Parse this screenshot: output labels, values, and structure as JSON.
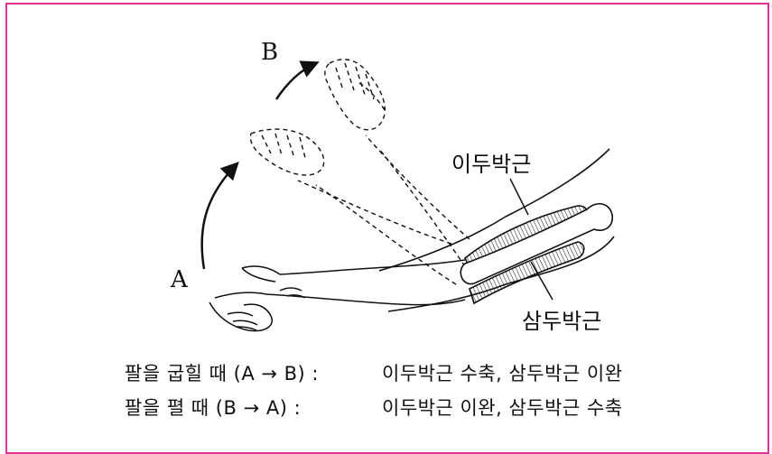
{
  "labels": {
    "point_a": "A",
    "point_b": "B",
    "biceps": "이두박근",
    "triceps": "삼두박근"
  },
  "captions": [
    {
      "action": "팔을 굽힐 때 (A → B) :",
      "result": "이두박근 수축, 삼두박근 이완"
    },
    {
      "action": "팔을 펼 때 (B → A) :",
      "result": "이두박근 이완, 삼두박근 수축"
    }
  ],
  "colors": {
    "frame": "#e0319a",
    "ink": "#111111"
  }
}
